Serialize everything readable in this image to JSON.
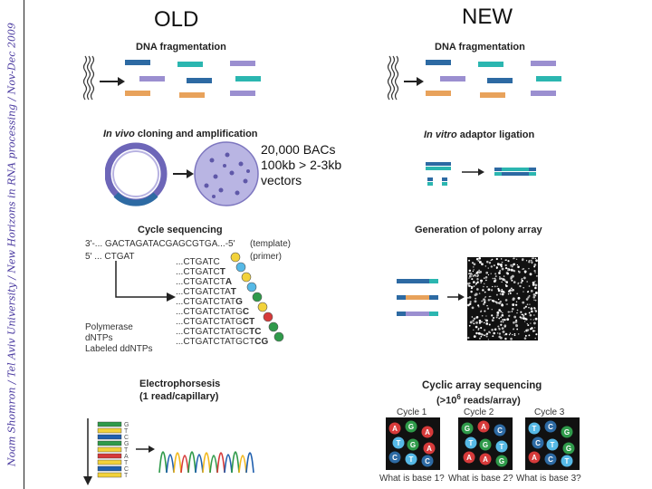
{
  "side_caption": "Noam Shomron / Tel Aviv University / New Horizons in RNA processing / Nov-Dec 2009",
  "old": {
    "title": "OLD",
    "dna_fragmentation": "DNA fragmentation",
    "cloning_prefix": "In vivo",
    "cloning_rest": " cloning and amplification",
    "bac_note": [
      "20,000 BACs",
      "100kb > 2-3kb",
      "vectors"
    ],
    "cycle_sequencing": "Cycle sequencing",
    "template_seq": "3'-... GACTAGATACGAGCGTGA...-5'",
    "template_label": "(template)",
    "primer_seq": "5' ... CTGAT",
    "primer_label": "(primer)",
    "reaction_labels": [
      "Polymerase",
      "dNTPs",
      "Labeled ddNTPs"
    ],
    "ladder": [
      {
        "prefix": "...CTGATC",
        "last": "",
        "dot": "#f2d23a"
      },
      {
        "prefix": "...CTGATC",
        "last": "T",
        "dot": "#56b9e6"
      },
      {
        "prefix": "...CTGATCT",
        "last": "A",
        "dot": "#f2d23a"
      },
      {
        "prefix": "...CTGATCTA",
        "last": "T",
        "dot": "#56b9e6"
      },
      {
        "prefix": "...CTGATCTAT",
        "last": "G",
        "dot": "#2f9a4a"
      },
      {
        "prefix": "...CTGATCTATG",
        "last": "C",
        "dot": "#f2d23a"
      },
      {
        "prefix": "...CTGATCTATG",
        "last": "CT",
        "dot": "#d63a3a"
      },
      {
        "prefix": "...CTGATCTATGC",
        "last": "TC",
        "dot": "#2f9a4a"
      },
      {
        "prefix": "...CTGATCTATGCT",
        "last": "CG",
        "dot": "#2f9a4a"
      }
    ],
    "electrophoresis": "Electrophorsesis",
    "reads_note": "(1 read/capillary)",
    "gel_letters": [
      "G",
      "T",
      "C",
      "G",
      "T",
      "A",
      "T",
      "C",
      "T"
    ]
  },
  "new": {
    "title": "NEW",
    "dna_fragmentation": "DNA fragmentation",
    "adaptor_prefix": "In vitro",
    "adaptor_rest": " adaptor ligation",
    "polony": "Generation of polony array",
    "cyclic_line1": "Cyclic array sequencing",
    "cyclic_line2_pre": "(>10",
    "cyclic_sup": "6",
    "cyclic_line2_post": " reads/array)",
    "cycles": [
      "Cycle 1",
      "Cycle 2",
      "Cycle 3"
    ],
    "questions": [
      "What is base 1?",
      "What is base 2?",
      "What is base 3?"
    ]
  },
  "colors": {
    "dark_blue": "#2d6aa3",
    "purple": "#9b8fd0",
    "teal": "#2bb6b0",
    "orange": "#e8a25b",
    "accent_text": "#4a3aa0"
  }
}
